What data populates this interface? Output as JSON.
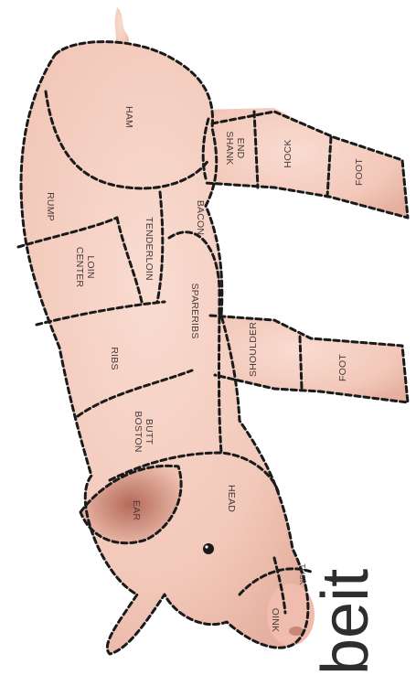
{
  "diagram": {
    "labels": {
      "ham": "HAM",
      "rump": "RUMP",
      "shank_end_1": "SHANK",
      "shank_end_2": "END",
      "hock_rear": "HOCK",
      "foot_rear": "FOOT",
      "tenderloin": "TENDERLOIN",
      "bacon": "BACON",
      "center_loin_1": "CENTER",
      "center_loin_2": "LOIN",
      "spareribs": "SPARERIBS",
      "ribs": "RIBS",
      "shoulder": "SHOULDER",
      "foot_front": "FOOT",
      "boston_butt_1": "BOSTON",
      "boston_butt_2": "BUTT",
      "ear": "EAR",
      "head": "HEAD",
      "tusk": "TUSK",
      "oink": "OINK"
    },
    "partial_word": "beit",
    "colors": {
      "skin": "#f5cfc2",
      "skin_shadow": "#e8b3a3",
      "ear_inner": "#c98775",
      "cut_lines": "#1a1a1a"
    }
  }
}
